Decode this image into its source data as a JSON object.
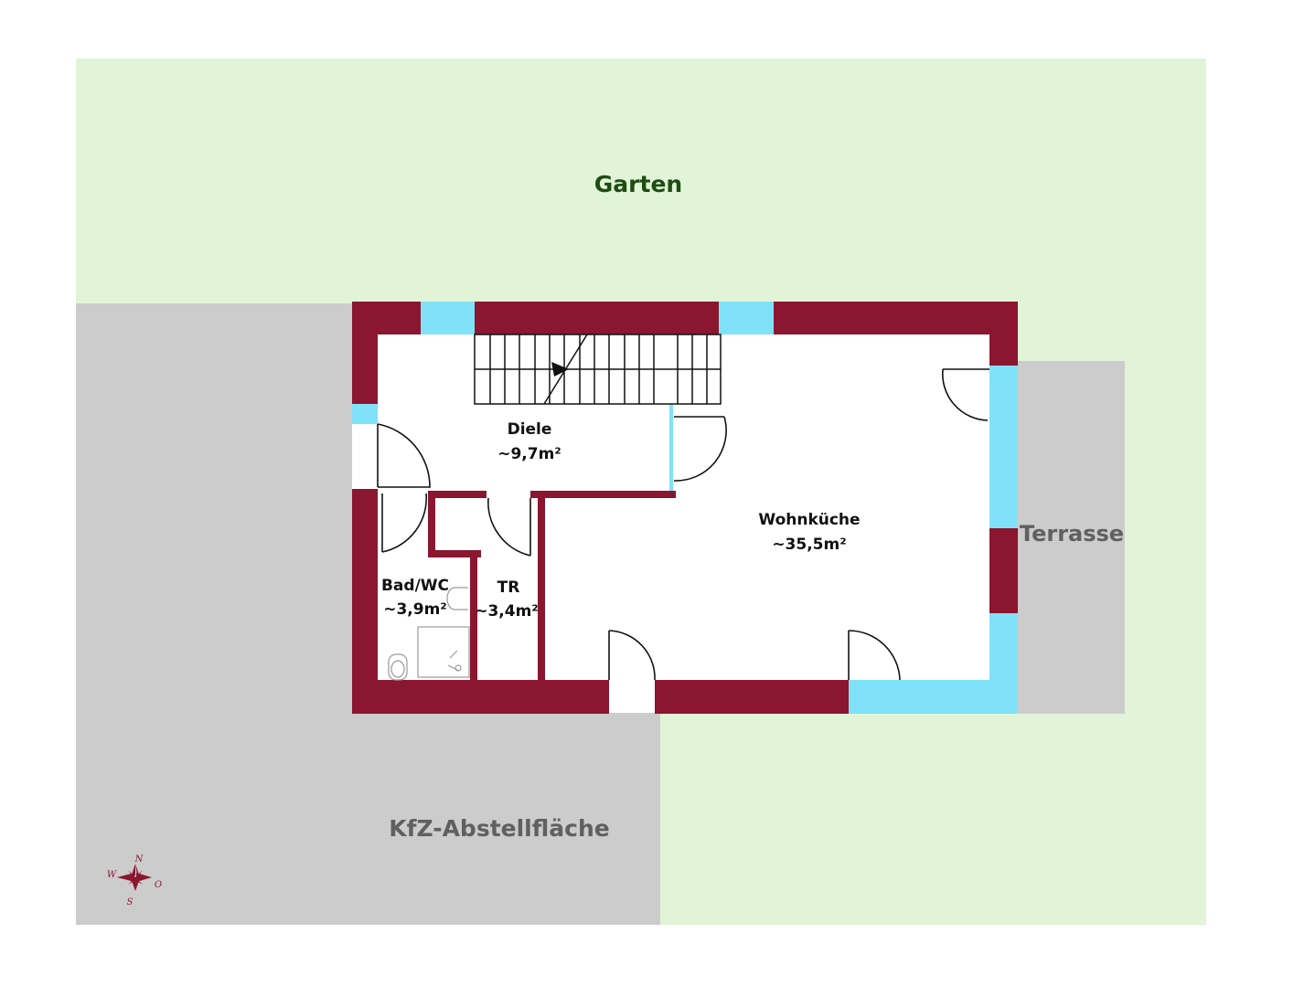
{
  "colors": {
    "garden": "#e2f4d8",
    "paved": "#cccccc",
    "wall": "#8b1630",
    "window": "#80e2f8",
    "floor": "#ffffff",
    "garden_text": "#1e4d12",
    "paved_text": "#606060",
    "room_text": "#111111",
    "line": "#111111"
  },
  "areas": {
    "garden": "Garten",
    "terrace": "Terrasse",
    "parking": "KfZ-Abstellfläche"
  },
  "rooms": {
    "hall": {
      "name": "Diele",
      "size": "~9,7m²"
    },
    "living": {
      "name": "Wohnküche",
      "size": "~35,5m²"
    },
    "bath": {
      "name": "Bad/WC",
      "size": "~3,9m²"
    },
    "storage": {
      "name": "TR",
      "size": "~3,4m²"
    }
  },
  "compass": {
    "n": "N",
    "s": "S",
    "w": "W",
    "o": "O"
  }
}
